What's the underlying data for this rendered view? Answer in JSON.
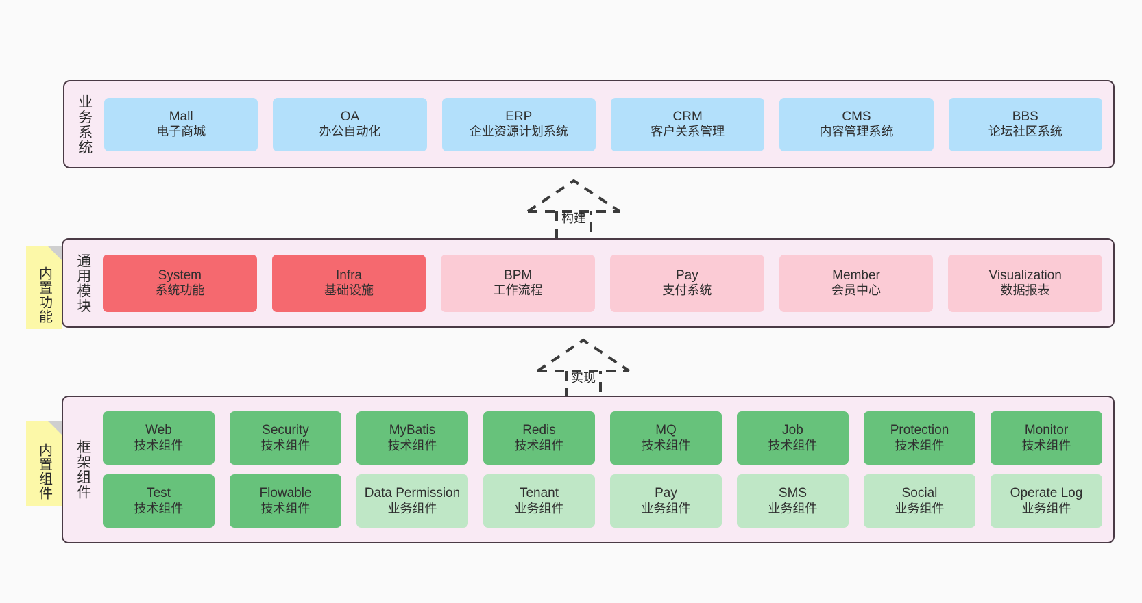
{
  "diagram": {
    "background_color": "#fafafa",
    "panel_color": "#F9EAF4",
    "panel_border_color": "#4A3A45",
    "sticky_color": "#FCF8A8",
    "colors": {
      "blue": "#B3E0FB",
      "red": "#F5696F",
      "pink": "#FBCBD5",
      "green": "#67C27B",
      "light_green": "#BFE7C6"
    }
  },
  "layers": {
    "business": {
      "title": "业务系统",
      "nodes": [
        {
          "en": "Mall",
          "cn": "电子商城",
          "color": "blue"
        },
        {
          "en": "OA",
          "cn": "办公自动化",
          "color": "blue"
        },
        {
          "en": "ERP",
          "cn": "企业资源计划系统",
          "color": "blue"
        },
        {
          "en": "CRM",
          "cn": "客户关系管理",
          "color": "blue"
        },
        {
          "en": "CMS",
          "cn": "内容管理系统",
          "color": "blue"
        },
        {
          "en": "BBS",
          "cn": "论坛社区系统",
          "color": "blue"
        }
      ]
    },
    "common": {
      "title": "通用模块",
      "sticky": "内置功能",
      "nodes": [
        {
          "en": "System",
          "cn": "系统功能",
          "color": "red"
        },
        {
          "en": "Infra",
          "cn": "基础设施",
          "color": "red"
        },
        {
          "en": "BPM",
          "cn": "工作流程",
          "color": "pink"
        },
        {
          "en": "Pay",
          "cn": "支付系统",
          "color": "pink"
        },
        {
          "en": "Member",
          "cn": "会员中心",
          "color": "pink"
        },
        {
          "en": "Visualization",
          "cn": "数据报表",
          "color": "pink"
        }
      ]
    },
    "framework": {
      "title": "框架组件",
      "sticky": "内置组件",
      "row1": [
        {
          "en": "Web",
          "cn": "技术组件",
          "color": "green"
        },
        {
          "en": "Security",
          "cn": "技术组件",
          "color": "green"
        },
        {
          "en": "MyBatis",
          "cn": "技术组件",
          "color": "green"
        },
        {
          "en": "Redis",
          "cn": "技术组件",
          "color": "green"
        },
        {
          "en": "MQ",
          "cn": "技术组件",
          "color": "green"
        },
        {
          "en": "Job",
          "cn": "技术组件",
          "color": "green"
        },
        {
          "en": "Protection",
          "cn": "技术组件",
          "color": "green"
        },
        {
          "en": "Monitor",
          "cn": "技术组件",
          "color": "green"
        }
      ],
      "row2": [
        {
          "en": "Test",
          "cn": "技术组件",
          "color": "green"
        },
        {
          "en": "Flowable",
          "cn": "技术组件",
          "color": "green"
        },
        {
          "en": "Data Permission",
          "cn": "业务组件",
          "color": "light_green"
        },
        {
          "en": "Tenant",
          "cn": "业务组件",
          "color": "light_green"
        },
        {
          "en": "Pay",
          "cn": "业务组件",
          "color": "light_green"
        },
        {
          "en": "SMS",
          "cn": "业务组件",
          "color": "light_green"
        },
        {
          "en": "Social",
          "cn": "业务组件",
          "color": "light_green"
        },
        {
          "en": "Operate Log",
          "cn": "业务组件",
          "color": "light_green"
        }
      ]
    }
  },
  "connectors": [
    {
      "label": "构建",
      "from": "common",
      "to": "business"
    },
    {
      "label": "实现",
      "from": "framework",
      "to": "common"
    }
  ]
}
